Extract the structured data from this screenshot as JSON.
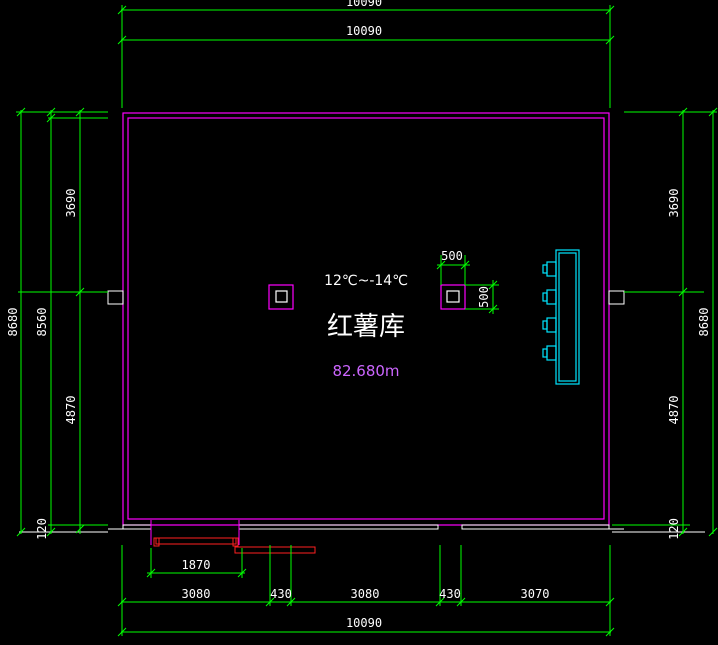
{
  "colors": {
    "background": "#000000",
    "dimension": "#00ff00",
    "dimension_text": "#ffffff",
    "wall": "#ff00ff",
    "equipment": "#00e5ff",
    "door": "#ff2020",
    "outline": "#ffffff",
    "area_text": "#cc66ff"
  },
  "room": {
    "name": "红薯库",
    "temperature": "12℃~-14℃",
    "area": "82.680m"
  },
  "dimensions": {
    "top_overall_partial": "10090",
    "top_overall": "10090",
    "bottom_overall": "10090",
    "bottom_segments": [
      "3080",
      "430",
      "3080",
      "430",
      "3070"
    ],
    "door_width": "1870",
    "left_overall": "8680",
    "left_inner": "8560",
    "left_upper": "3690",
    "left_lower": "4870",
    "left_bottom": "120",
    "right_overall": "8680",
    "right_upper": "3690",
    "right_lower": "4870",
    "right_bottom": "120",
    "column_width": "500",
    "column_depth": "500"
  },
  "icons": {
    "columns": "column-icon",
    "evaporator": "air-cooler-icon",
    "door": "door-icon"
  }
}
